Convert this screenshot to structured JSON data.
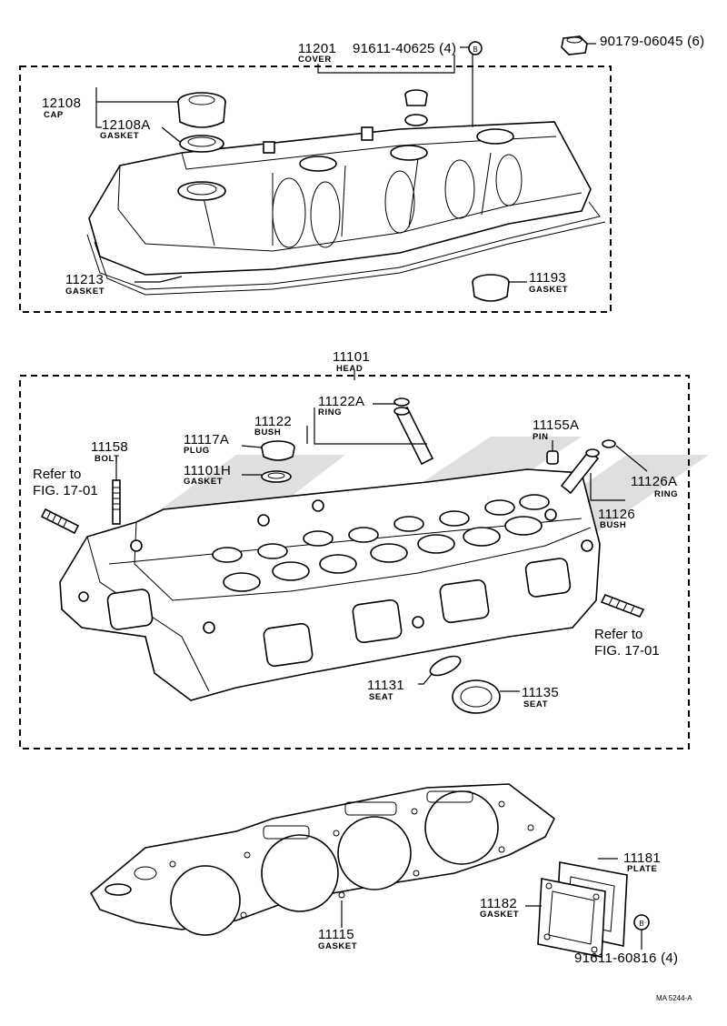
{
  "labels": {
    "p11201": {
      "number": "11201",
      "name": "COVER"
    },
    "p12108": {
      "number": "12108",
      "name": "CAP"
    },
    "p12108A": {
      "number": "12108A",
      "name": "GASKET"
    },
    "p11213": {
      "number": "11213",
      "name": "GASKET"
    },
    "p11193": {
      "number": "11193",
      "name": "GASKET"
    },
    "p91611_40625": {
      "number": "91611-40625 (4)"
    },
    "p90179_06045": {
      "number": "90179-06045 (6)"
    },
    "p11101": {
      "number": "11101",
      "name": "HEAD"
    },
    "p11122A": {
      "number": "11122A",
      "name": "RING"
    },
    "p11122": {
      "number": "11122",
      "name": "BUSH"
    },
    "p11117A": {
      "number": "11117A",
      "name": "PLUG"
    },
    "p11101H": {
      "number": "11101H",
      "name": "GASKET"
    },
    "p11158": {
      "number": "11158",
      "name": "BOLT"
    },
    "p11155A": {
      "number": "11155A",
      "name": "PIN"
    },
    "p11126A": {
      "number": "11126A",
      "name": "RING"
    },
    "p11126": {
      "number": "11126",
      "name": "BUSH"
    },
    "p11131": {
      "number": "11131",
      "name": "SEAT"
    },
    "p11135": {
      "number": "11135",
      "name": "SEAT"
    },
    "p11181": {
      "number": "11181",
      "name": "PLATE"
    },
    "p11182": {
      "number": "11182",
      "name": "GASKET"
    },
    "p11115": {
      "number": "11115",
      "name": "GASKET"
    },
    "p91611_60816": {
      "number": "91611-60816 (4)"
    }
  },
  "refs": {
    "left_line1": "Refer to",
    "left_line2": "FIG. 17-01",
    "right_line1": "Refer to",
    "right_line2": "FIG. 17-01"
  },
  "callout_marker": "B",
  "drawing_code": "MA 5244-A"
}
